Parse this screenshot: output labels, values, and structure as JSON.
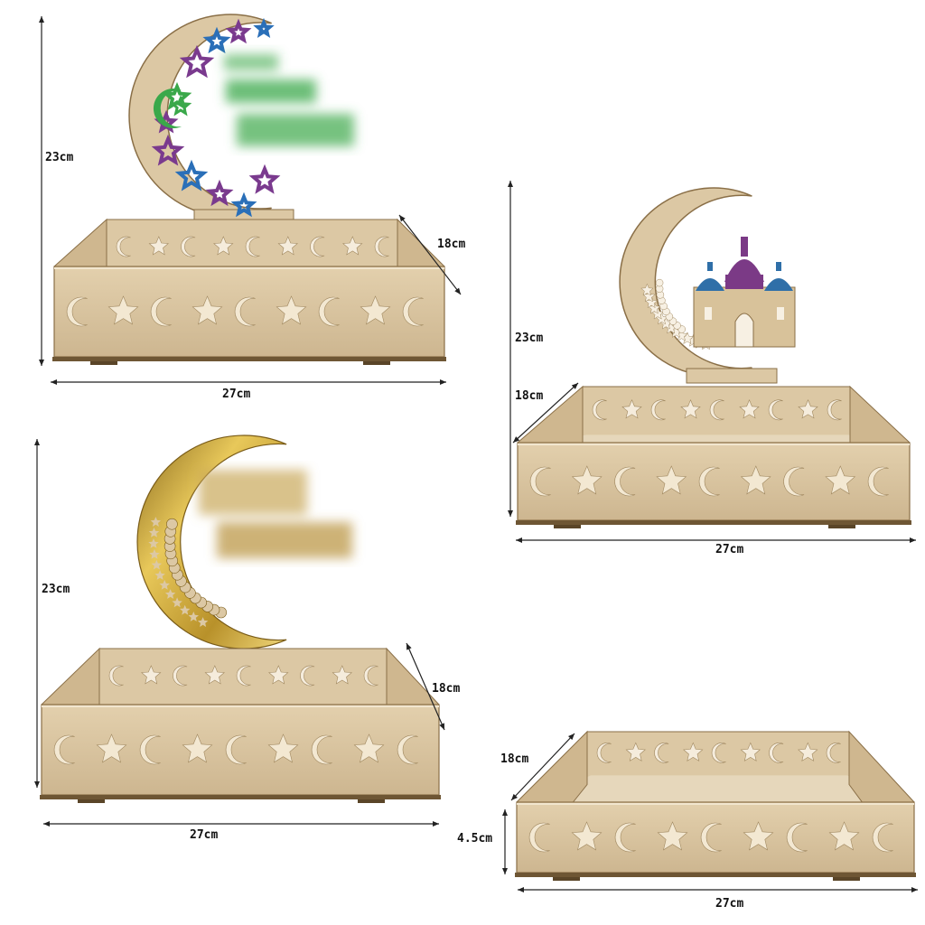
{
  "products": [
    {
      "id": "tray-colorful-moon",
      "topper": "colorful-stars-crescent",
      "dimensions": {
        "height": "23cm",
        "depth": "18cm",
        "width": "27cm"
      }
    },
    {
      "id": "tray-mosque-moon",
      "topper": "mosque-crescent",
      "dimensions": {
        "height": "23cm",
        "depth": "18cm",
        "width": "27cm"
      }
    },
    {
      "id": "tray-gold-moon",
      "topper": "gold-crescent",
      "dimensions": {
        "height": "23cm",
        "depth": "18cm",
        "width": "27cm"
      }
    },
    {
      "id": "tray-plain",
      "topper": "none",
      "dimensions": {
        "depth": "18cm",
        "box_height": "4.5cm",
        "width": "27cm"
      }
    }
  ],
  "colors": {
    "wood": "#dcc8a4",
    "wood_dark": "#b89c6e",
    "wood_edge": "#8a6f47",
    "gold": "#d9b23c",
    "mosque_blue": "#2f6fa8",
    "mosque_purple": "#7b3a86",
    "star_green": "#3aa84a",
    "star_blue": "#2a6fb8",
    "star_purple": "#7a3a8e"
  }
}
